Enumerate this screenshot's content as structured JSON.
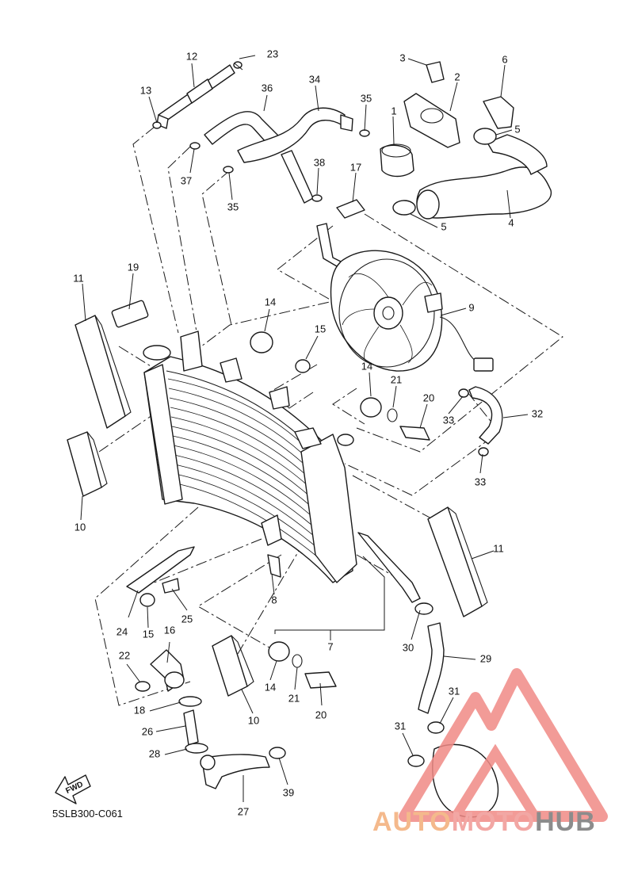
{
  "diagram_code": "5SLB300-C061",
  "fwd_label": "FWD",
  "watermark": {
    "part1": "AUTO",
    "part2": "MOTO",
    "part3": "HUB",
    "colors": {
      "auto": "#f4b98c",
      "moto": "#f2a7a4",
      "hub": "#8c8c8c",
      "logo": "#f08a86"
    }
  },
  "callouts": [
    "1",
    "2",
    "3",
    "4",
    "5",
    "5",
    "6",
    "7",
    "8",
    "9",
    "10",
    "10",
    "11",
    "11",
    "12",
    "13",
    "14",
    "14",
    "14",
    "15",
    "15",
    "16",
    "17",
    "18",
    "19",
    "20",
    "20",
    "21",
    "21",
    "22",
    "23",
    "24",
    "25",
    "26",
    "27",
    "28",
    "29",
    "30",
    "31",
    "31",
    "32",
    "33",
    "33",
    "34",
    "35",
    "35",
    "36",
    "37",
    "38",
    "39"
  ]
}
